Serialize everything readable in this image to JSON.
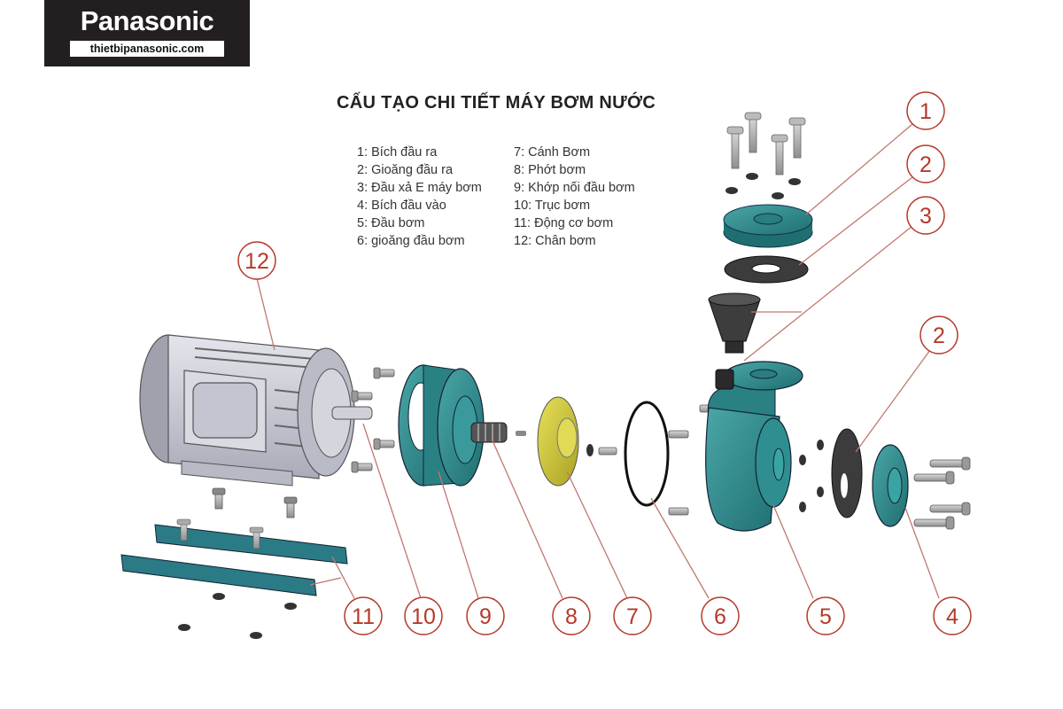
{
  "logo": {
    "brand": "Panasonic",
    "site": "thietbipanasonic.com"
  },
  "title": "CẤU TẠO CHI TIẾT MÁY BƠM NƯỚC",
  "legend": {
    "column1": [
      "1: Bích đầu ra",
      "2: Gioăng đầu ra",
      "3: Đầu xả E máy bơm",
      "4: Bích đầu vào",
      "5: Đầu bơm",
      "6: gioăng đầu bơm"
    ],
    "column2": [
      "7: Cánh Bơm",
      "8:  Phớt bơm",
      "9: Khớp nối đầu bơm",
      "10: Trục bơm",
      "11: Động cơ bơm",
      "12: Chân bơm"
    ]
  },
  "callouts": {
    "c1": "1",
    "c2a": "2",
    "c3": "3",
    "c2b": "2",
    "c4": "4",
    "c5": "5",
    "c6": "6",
    "c7": "7",
    "c8": "8",
    "c9": "9",
    "c10": "10",
    "c11": "11",
    "c12": "12"
  },
  "colors": {
    "teal": "#2e8a8c",
    "callout": "#b5392a",
    "impeller": "#c9c431",
    "rubber": "#3a3a3a",
    "motor": "#c5c7d2"
  }
}
